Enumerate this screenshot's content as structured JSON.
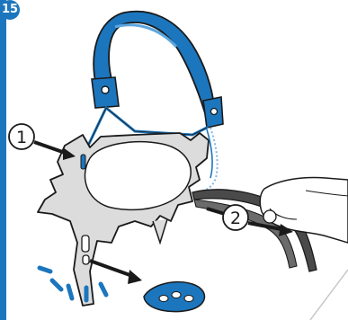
{
  "step": {
    "number": "15"
  },
  "callouts": [
    {
      "label": "1"
    },
    {
      "label": "2"
    }
  ],
  "colors": {
    "accent": "#1c76bd",
    "metal": "#dcdcdc",
    "outline": "#1a1a1a",
    "strap": "#4a4a4a"
  }
}
